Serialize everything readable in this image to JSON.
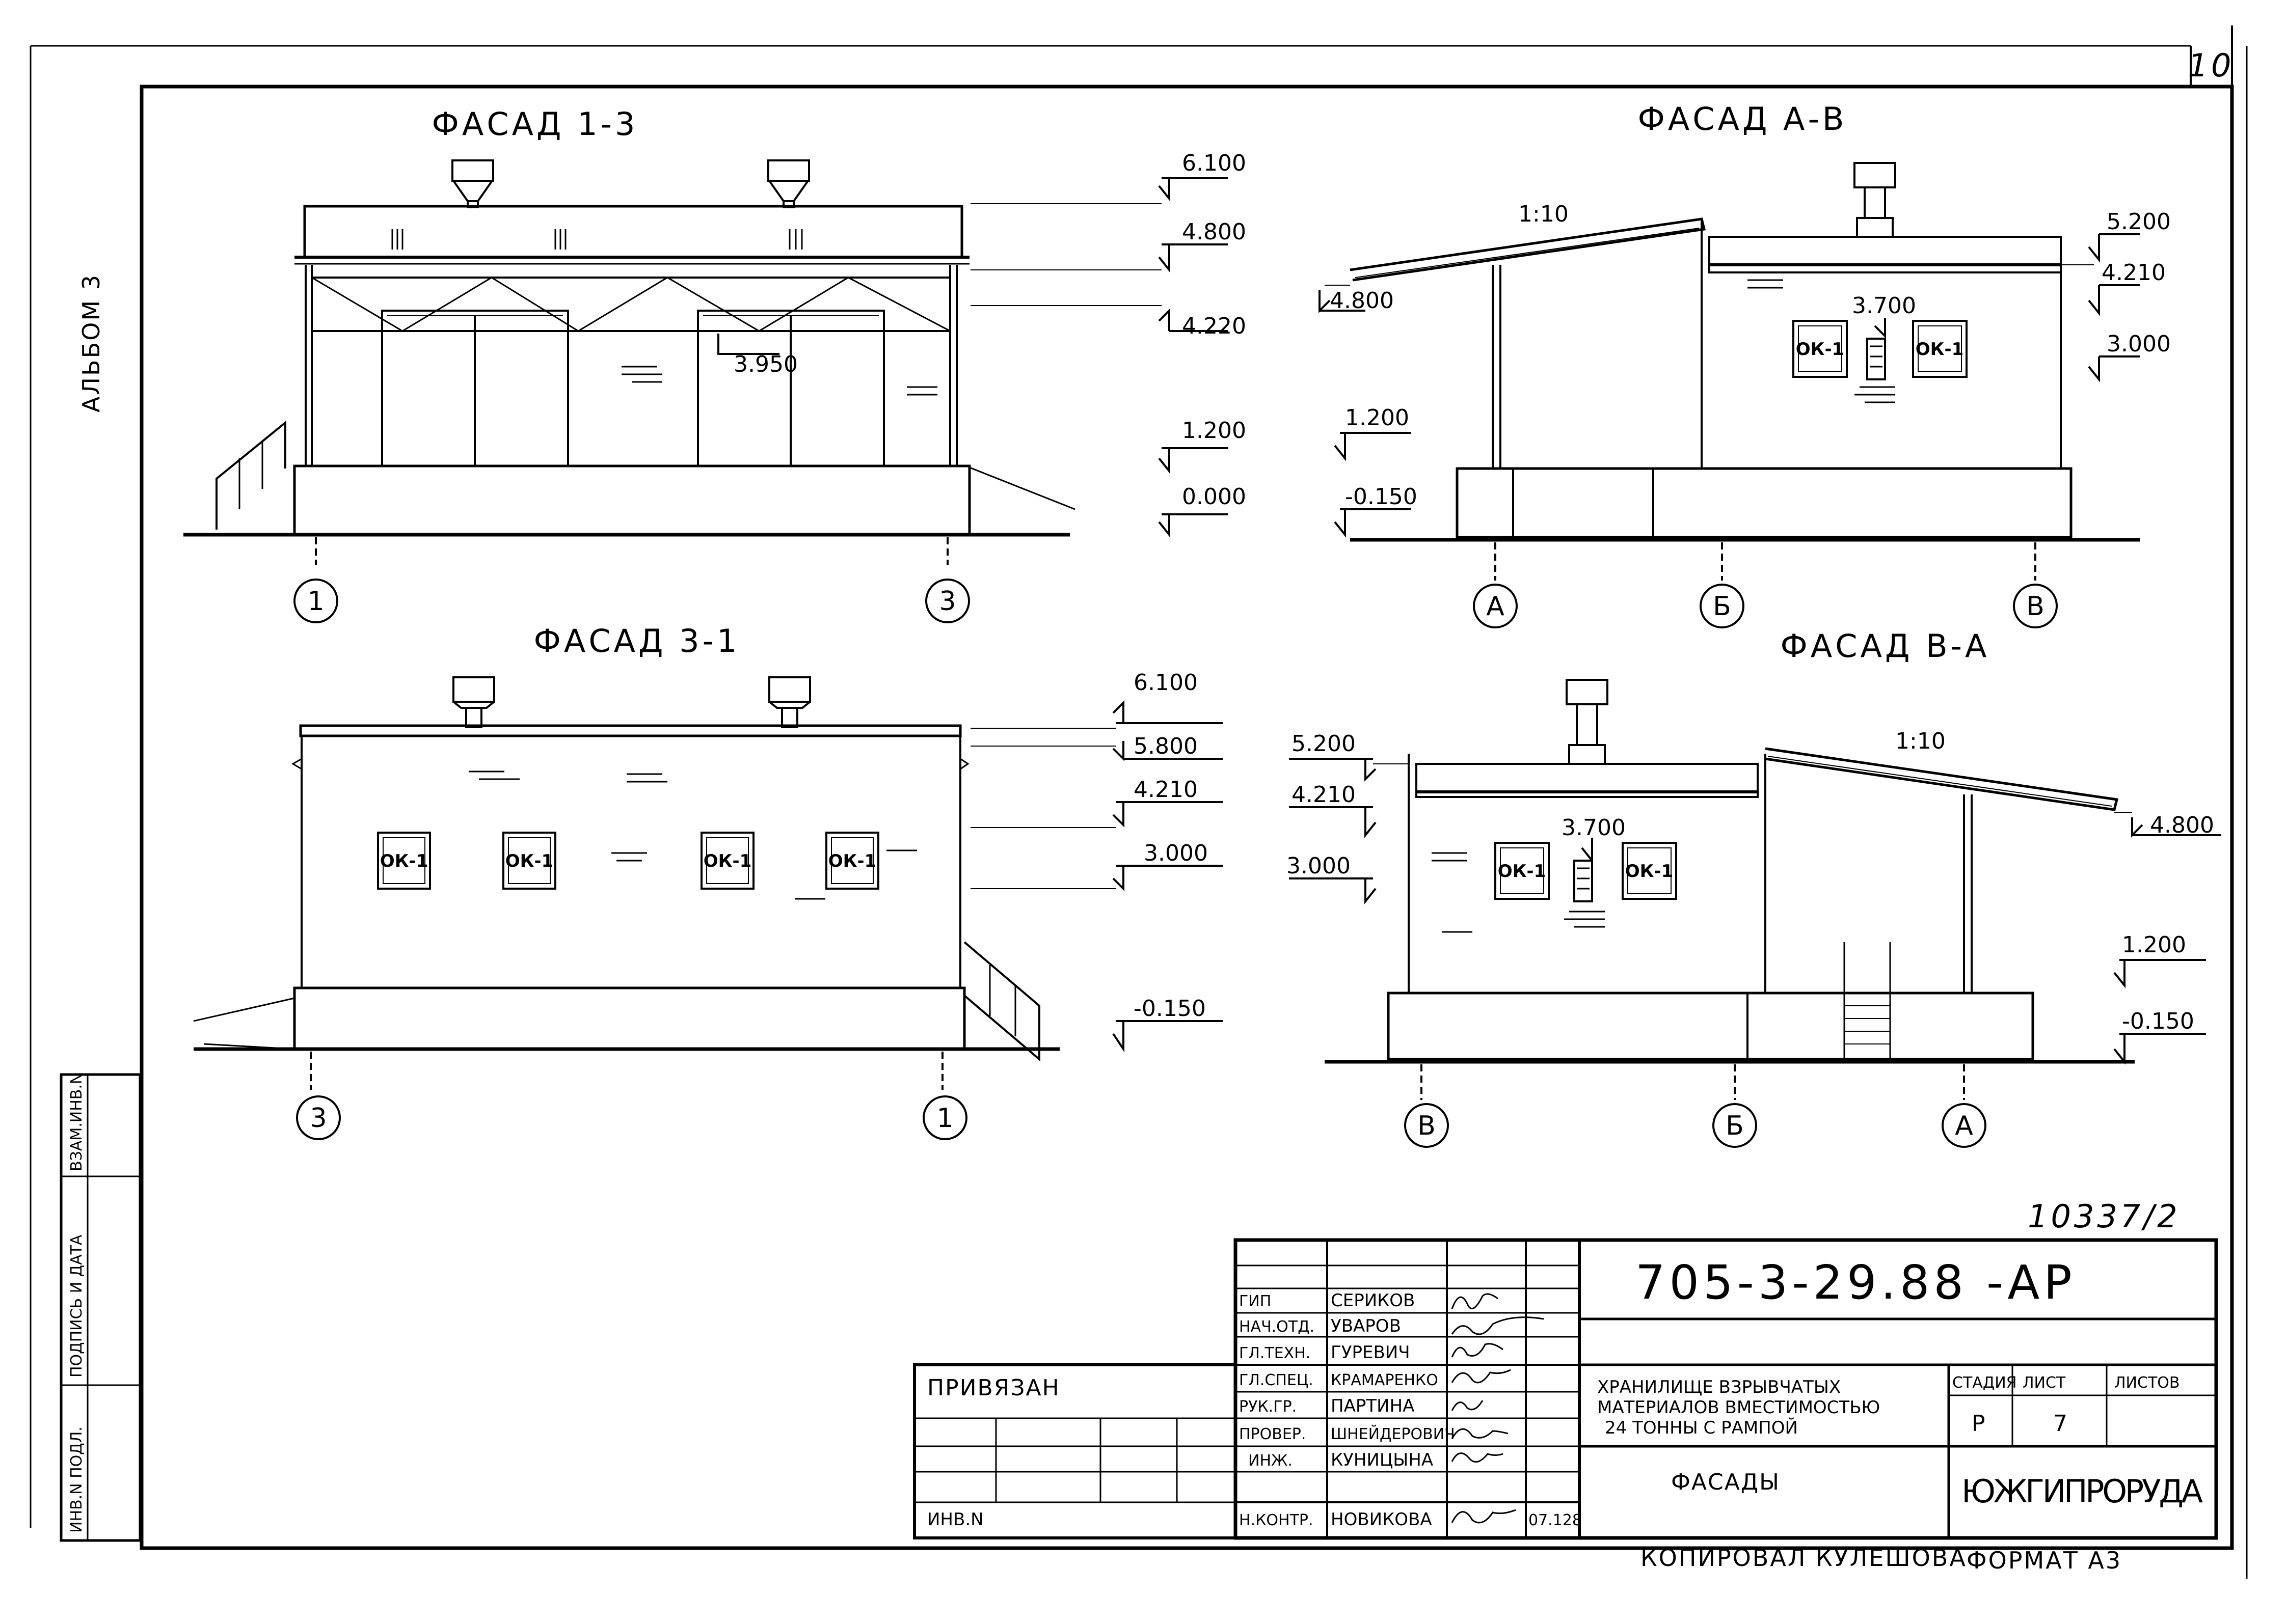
{
  "sheet": {
    "page_number": "10",
    "album": "АЛЬБОМ 3",
    "copy_no": "10337/2"
  },
  "margin_stamp": [
    "ИНВ.N ПОДЛ.",
    "ПОДПИСЬ И ДАТА",
    "ВЗАМ.ИНВ.N"
  ],
  "views": {
    "f13": {
      "title": "ФАСАД 1-3",
      "levels": [
        "6.100",
        "4.800",
        "4.220",
        "3.950",
        "1.200",
        "0.000"
      ],
      "axes": [
        "1",
        "3"
      ]
    },
    "fab": {
      "title": "ФАСАД А-В",
      "slope": "1:10",
      "levels": [
        "5.200",
        "4.210",
        "3.000",
        "3.700",
        "4.800",
        "1.200",
        "-0.150"
      ],
      "axes": [
        "А",
        "Б",
        "В"
      ],
      "windows": [
        "ОК-1",
        "ОК-1"
      ]
    },
    "f31": {
      "title": "ФАСАД 3-1",
      "levels": [
        "6.100",
        "5.800",
        "4.210",
        "3.000",
        "-0.150"
      ],
      "axes": [
        "3",
        "1"
      ],
      "windows": [
        "ОК-1",
        "ОК-1",
        "ОК-1",
        "ОК-1"
      ]
    },
    "fba": {
      "title": "ФАСАД В-А",
      "slope": "1:10",
      "levels": [
        "5.200",
        "4.210",
        "3.000",
        "3.700",
        "4.800",
        "1.200",
        "-0.150"
      ],
      "axes": [
        "В",
        "Б",
        "А"
      ],
      "windows": [
        "ОК-1",
        "ОК-1"
      ]
    }
  },
  "title_block": {
    "code": "705-3-29.88 -АР",
    "tied_label": "ПРИВЯЗАН",
    "inv_label": "ИНВ.N",
    "roles": [
      {
        "role": "ГИП",
        "name": "СЕРИКОВ"
      },
      {
        "role": "НАЧ.ОТД.",
        "name": "УВАРОВ"
      },
      {
        "role": "ГЛ.ТЕХН.",
        "name": "ГУРЕВИЧ"
      },
      {
        "role": "ГЛ.СПЕЦ.",
        "name": "КРАМАРЕНКО"
      },
      {
        "role": "РУК.ГР.",
        "name": "ПАРТИНА"
      },
      {
        "role": "ПРОВЕР.",
        "name": "ШНЕЙДЕРОВИЧ"
      },
      {
        "role": "ИНЖ.",
        "name": "КУНИЦЫНА"
      },
      {
        "role": "Н.КОНТР.",
        "name": "НОВИКОВА"
      }
    ],
    "date": "07.128",
    "description": [
      "ХРАНИЛИЩЕ ВЗРЫВЧАТЫХ",
      "МАТЕРИАЛОВ ВМЕСТИМОСТЬЮ",
      "24 ТОННЫ С РАМПОЙ"
    ],
    "stage_label": "СТАДИЯ",
    "sheet_label": "ЛИСТ",
    "sheets_label": "ЛИСТОВ",
    "stage": "Р",
    "sheet": "7",
    "sheets": "",
    "drawing_name": "ФАСАДЫ",
    "organization": "ЮЖГИПРОРУДА"
  },
  "footer": {
    "copied_by": "КОПИРОВАЛ КУЛЕШОВА",
    "format": "ФОРМАТ А3"
  }
}
